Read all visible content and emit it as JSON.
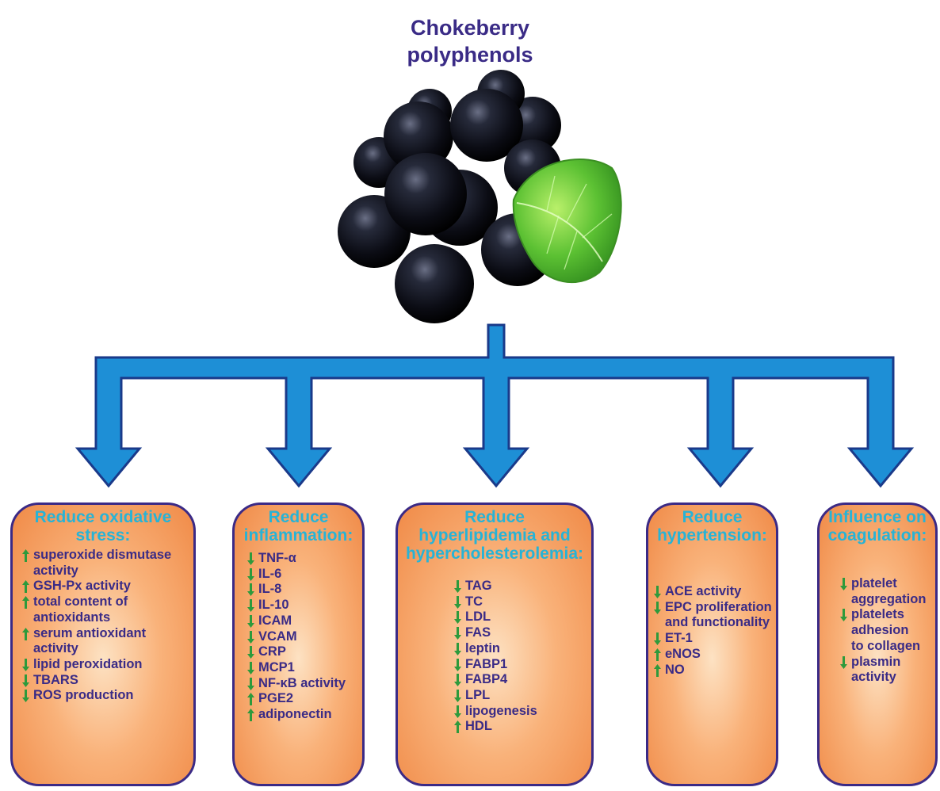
{
  "title": {
    "line1": "Chokeberry",
    "line2": "polyphenols"
  },
  "colors": {
    "title": "#3a2b86",
    "box_heading": "#27b3d6",
    "box_border": "#3b2a86",
    "box_fill": "#f08a47",
    "arrow_fill": "#1e8fd6",
    "arrow_stroke": "#1a3a8a",
    "indicator": "#2e9a3c"
  },
  "boxes": [
    {
      "heading": [
        "Reduce oxidative",
        "stress:"
      ],
      "items": [
        {
          "dir": "up",
          "lines": [
            "superoxide dismutase",
            "activity"
          ]
        },
        {
          "dir": "up",
          "lines": [
            "GSH-Px activity"
          ]
        },
        {
          "dir": "up",
          "lines": [
            "total content of",
            "antioxidants"
          ]
        },
        {
          "dir": "up",
          "lines": [
            "serum antioxidant",
            "activity"
          ]
        },
        {
          "dir": "down",
          "lines": [
            "lipid peroxidation"
          ]
        },
        {
          "dir": "down",
          "lines": [
            "TBARS"
          ]
        },
        {
          "dir": "down",
          "lines": [
            "ROS production"
          ]
        }
      ]
    },
    {
      "heading": [
        "Reduce",
        "inflammation:"
      ],
      "items": [
        {
          "dir": "down",
          "lines": [
            "TNF-α"
          ]
        },
        {
          "dir": "down",
          "lines": [
            "IL-6"
          ]
        },
        {
          "dir": "down",
          "lines": [
            "IL-8"
          ]
        },
        {
          "dir": "down",
          "lines": [
            "IL-10"
          ]
        },
        {
          "dir": "down",
          "lines": [
            "ICAM"
          ]
        },
        {
          "dir": "down",
          "lines": [
            "VCAM"
          ]
        },
        {
          "dir": "down",
          "lines": [
            "CRP"
          ]
        },
        {
          "dir": "down",
          "lines": [
            "MCP1"
          ]
        },
        {
          "dir": "down",
          "lines": [
            "NF-κB activity"
          ]
        },
        {
          "dir": "up",
          "lines": [
            "PGE2"
          ]
        },
        {
          "dir": "up",
          "lines": [
            "adiponectin"
          ]
        }
      ]
    },
    {
      "heading": [
        "Reduce",
        "hyperlipidemia and",
        "hypercholesterolemia:"
      ],
      "items": [
        {
          "dir": "down",
          "lines": [
            "TAG"
          ]
        },
        {
          "dir": "down",
          "lines": [
            "TC"
          ]
        },
        {
          "dir": "down",
          "lines": [
            "LDL"
          ]
        },
        {
          "dir": "down",
          "lines": [
            "FAS"
          ]
        },
        {
          "dir": "down",
          "lines": [
            "leptin"
          ]
        },
        {
          "dir": "down",
          "lines": [
            "FABP1"
          ]
        },
        {
          "dir": "down",
          "lines": [
            "FABP4"
          ]
        },
        {
          "dir": "down",
          "lines": [
            "LPL"
          ]
        },
        {
          "dir": "down",
          "lines": [
            "lipogenesis"
          ]
        },
        {
          "dir": "up",
          "lines": [
            "HDL"
          ]
        }
      ]
    },
    {
      "heading": [
        "Reduce",
        "hypertension:"
      ],
      "items": [
        {
          "dir": "down",
          "lines": [
            "ACE activity"
          ]
        },
        {
          "dir": "down",
          "lines": [
            "EPC proliferation",
            "and functionality"
          ]
        },
        {
          "dir": "down",
          "lines": [
            "ET-1"
          ]
        },
        {
          "dir": "up",
          "lines": [
            "eNOS"
          ]
        },
        {
          "dir": "up",
          "lines": [
            "NO"
          ]
        }
      ]
    },
    {
      "heading": [
        "Influence on",
        "coagulation:"
      ],
      "items": [
        {
          "dir": "down",
          "lines": [
            "platelet",
            "aggregation"
          ]
        },
        {
          "dir": "down",
          "lines": [
            "platelets",
            "adhesion",
            "to collagen"
          ]
        },
        {
          "dir": "down",
          "lines": [
            "plasmin",
            "activity"
          ]
        }
      ]
    }
  ]
}
